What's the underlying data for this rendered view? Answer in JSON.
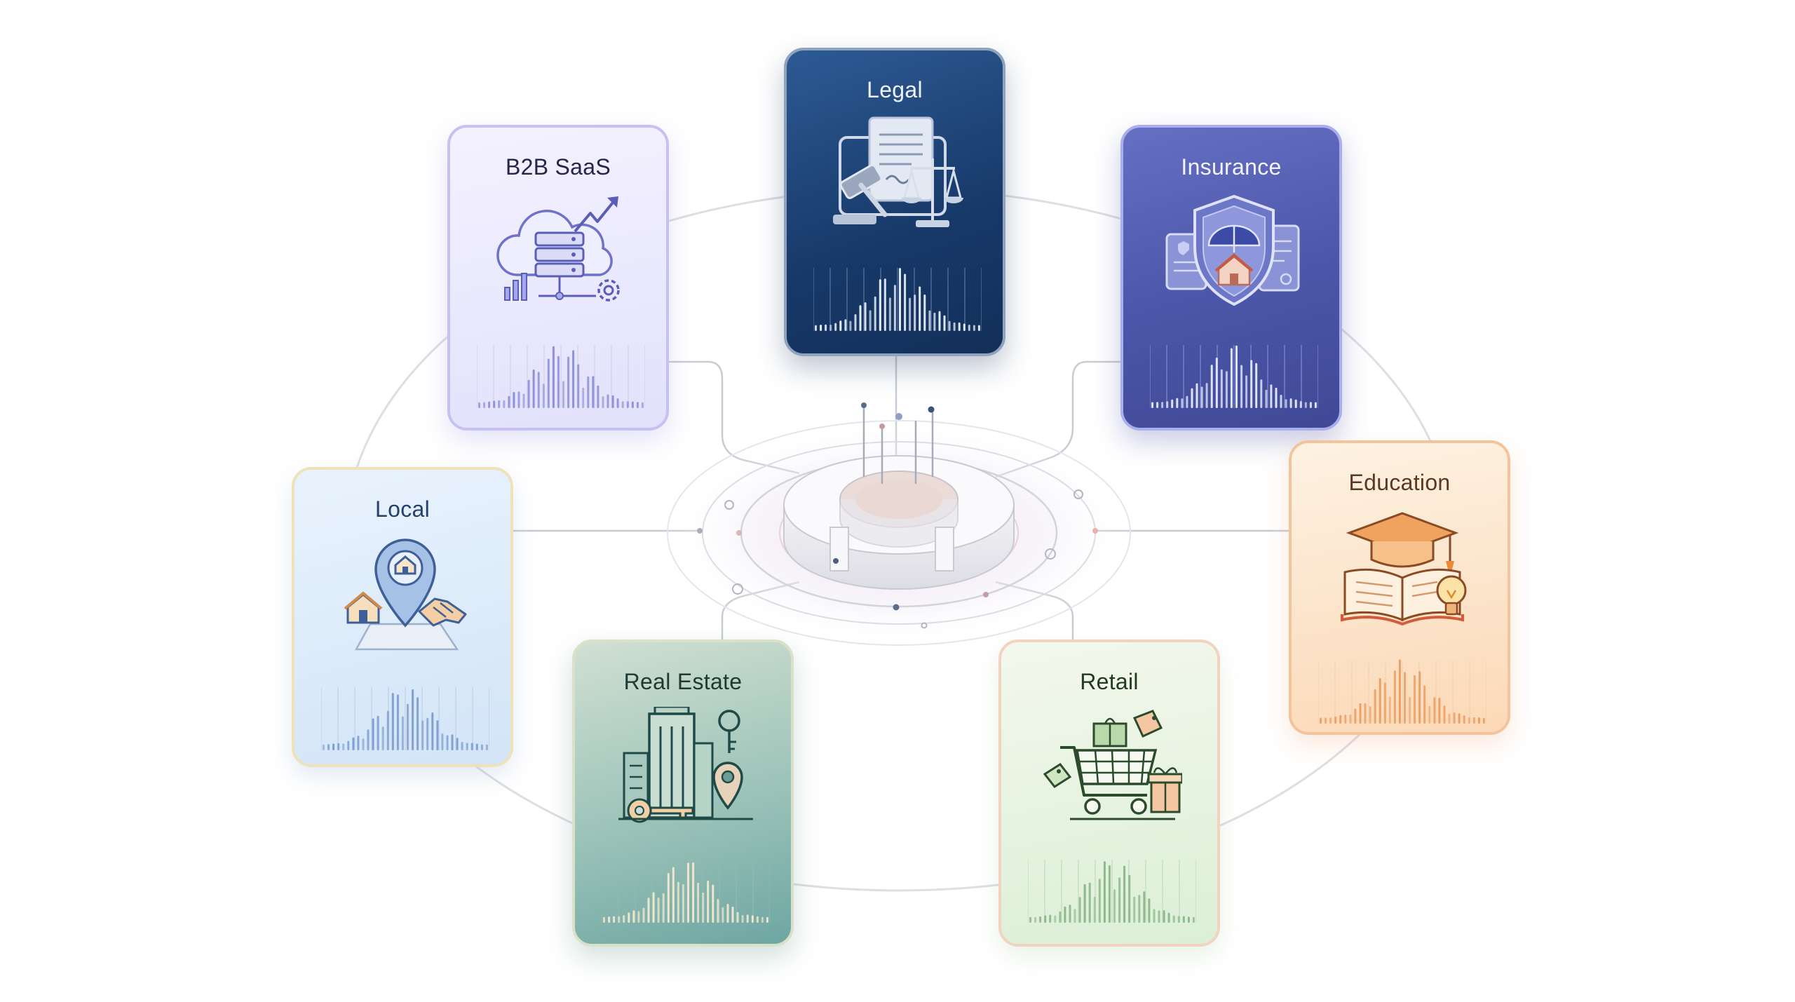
{
  "hub": {
    "icon": "ring-hub-icon"
  },
  "cards": {
    "legal": {
      "title": "Legal",
      "icon": "gavel-scales-icon"
    },
    "saas": {
      "title": "B2B SaaS",
      "icon": "cloud-server-icon"
    },
    "insurance": {
      "title": "Insurance",
      "icon": "umbrella-shield-icon"
    },
    "local": {
      "title": "Local",
      "icon": "map-pin-handshake-icon"
    },
    "education": {
      "title": "Education",
      "icon": "grad-cap-book-icon"
    },
    "realestate": {
      "title": "Real Estate",
      "icon": "building-key-icon"
    },
    "retail": {
      "title": "Retail",
      "icon": "shopping-cart-icon"
    }
  },
  "colors": {
    "legal": "#173968",
    "saas": "#e2e1fb",
    "insurance": "#4c56a8",
    "local": "#d2e4f7",
    "education": "#fcd9b7",
    "realestate": "#6ea6a3",
    "retail": "#dcefd7"
  }
}
